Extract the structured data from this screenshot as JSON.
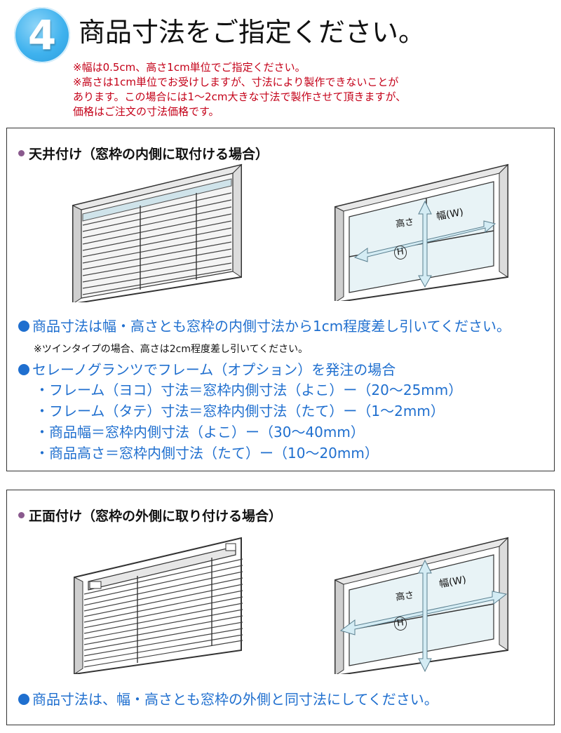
{
  "header": {
    "step_number": "4",
    "title": "商品寸法をご指定ください。",
    "notes": [
      "※幅は0.5cm、高さ1cm単位でご指定ください。",
      "※高さは1cm単位でお受けしますが、寸法により製作できないことが",
      "あります。この場合には1～2cm大きな寸法で製作させて頂きますが、",
      "価格はご注文の寸法価格です。"
    ]
  },
  "section_ceiling": {
    "title": "天井付け（窓枠の内側に取付ける場合）",
    "diagram_width_label": "幅(W)",
    "diagram_height_label": "高さ",
    "diagram_height_abbr": "H",
    "main_note": "商品寸法は幅・高さとも窓枠の内側寸法から1cm程度差し引いてください。",
    "sub_note": "※ツインタイプの場合、高さは2cm程度差し引いてください。",
    "frame_heading": "セレーノグランツでフレーム（オプション）を発注の場合",
    "frame_items": [
      "・フレーム（ヨコ）寸法＝窓枠内側寸法（よこ）ー（20～25mm）",
      "・フレーム（タテ）寸法＝窓枠内側寸法（たて）ー（1～2mm）",
      "・商品幅＝窓枠内側寸法（よこ）ー（30～40mm）",
      "・商品高さ＝窓枠内側寸法（たて）ー（10～20mm）"
    ]
  },
  "section_front": {
    "title": "正面付け（窓枠の外側に取り付ける場合）",
    "diagram_width_label": "幅(W)",
    "diagram_height_label": "高さ",
    "diagram_height_abbr": "H",
    "main_note": "商品寸法は、幅・高さとも窓枠の外側と同寸法にしてください。"
  },
  "colors": {
    "badge": "#3fb2ee",
    "note_red": "#c40018",
    "accent_blue": "#1f6fcf",
    "arrow_fill": "#d4ecf4",
    "glass": "#e8f3f6"
  }
}
